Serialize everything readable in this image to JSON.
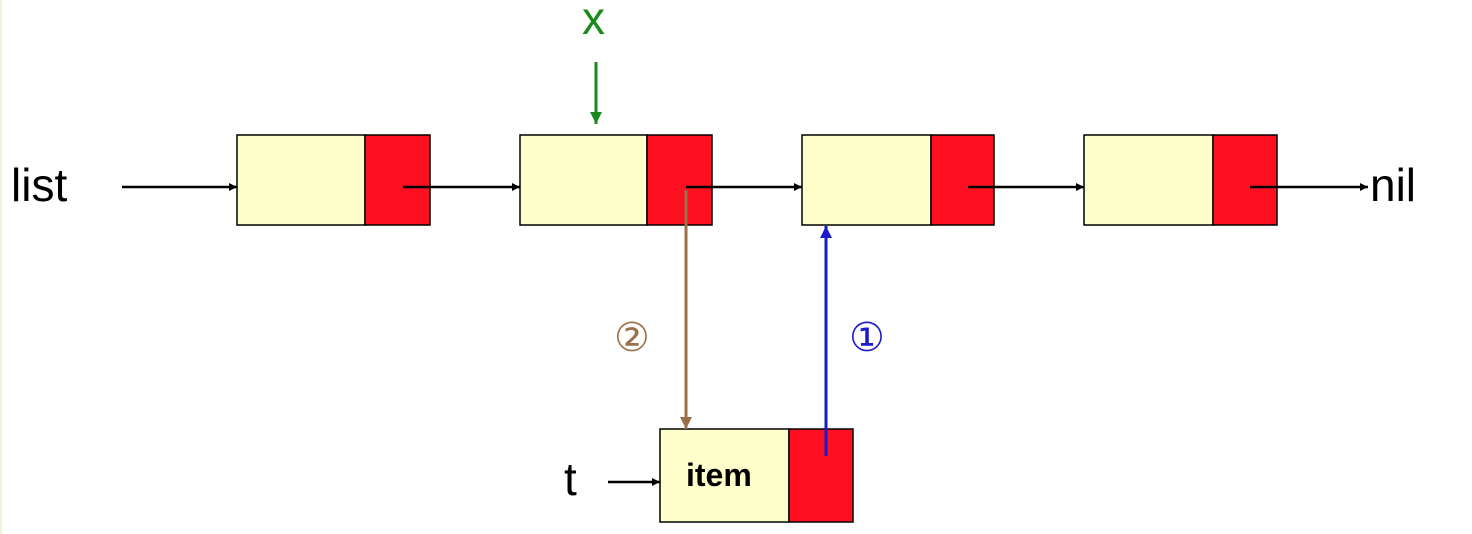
{
  "labels": {
    "list": "list",
    "nil": "nil",
    "x": "x",
    "t": "t",
    "item": "item",
    "step1": "①",
    "step2": "②"
  },
  "colors": {
    "node_data_fill": "#ffffcc",
    "node_pointer_fill": "#ff1020",
    "x_pointer": "#1a8a1a",
    "step1_link": "#1a1acc",
    "step2_link": "#9a7048",
    "link": "#000000"
  },
  "nodes": [
    {
      "id": "node-1",
      "value": ""
    },
    {
      "id": "node-2",
      "value": ""
    },
    {
      "id": "node-3",
      "value": ""
    },
    {
      "id": "node-4",
      "value": ""
    },
    {
      "id": "new-node",
      "value": "item"
    }
  ]
}
